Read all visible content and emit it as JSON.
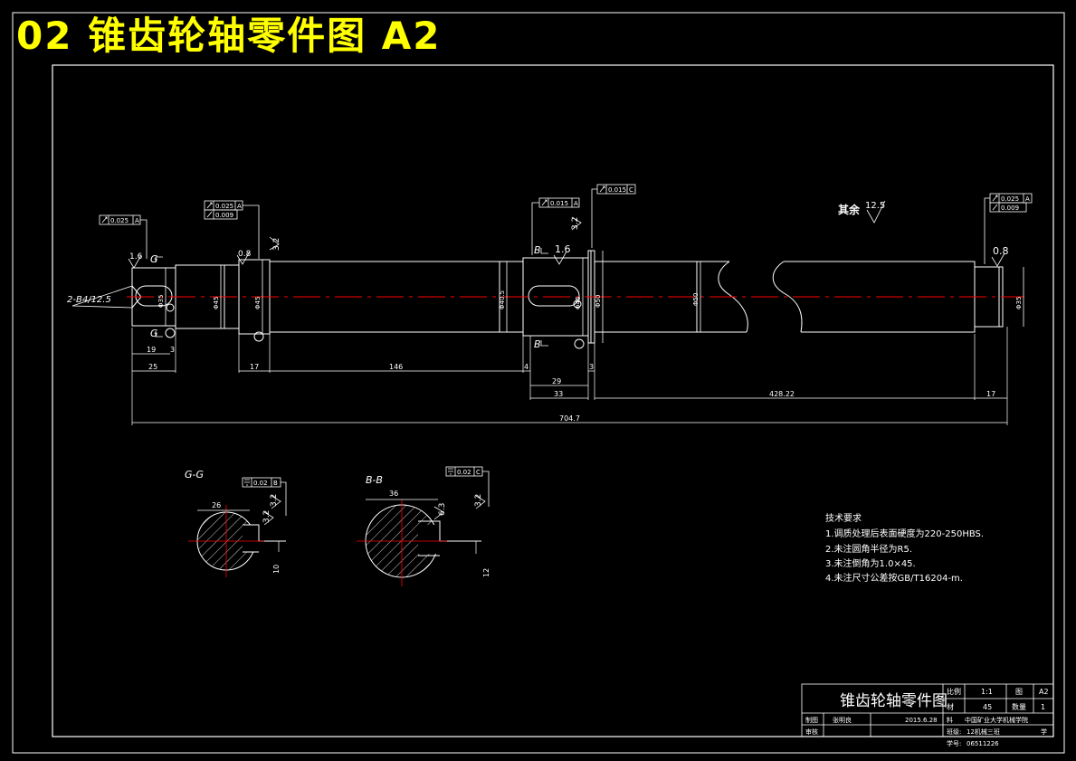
{
  "header": {
    "title": "02 锥齿轮轴零件图 A2"
  },
  "tolerance_frames": {
    "left_end": "0.025",
    "left_end_ref": "A",
    "shoulder_runout": "0.025",
    "shoulder_ref": "A",
    "shoulder_cyl": "0.009",
    "mid_runout": "0.015",
    "mid_ref": "A",
    "flange_runout": "0.015",
    "flange_ref": "C",
    "right_runout": "0.025",
    "right_ref": "A",
    "right_cyl": "0.009",
    "section_g": "0.02",
    "section_g_ref": "B",
    "section_b": "0.02",
    "section_b_ref": "C"
  },
  "roughness": {
    "left_end": "1.6",
    "shoulder": "0.8",
    "step": "3.2",
    "mid_top": "3.2",
    "key_b": "1.6",
    "right_end": "0.8",
    "general": "12.5",
    "general_label": "其余",
    "section_g": "3.2",
    "section_g_side": "3.2",
    "section_b": "6.3",
    "section_b_side": "3.2"
  },
  "section_labels": {
    "g_top": "G",
    "g_bottom": "G",
    "b_top": "B",
    "b_bottom": "B",
    "view_g": "G-G",
    "view_b": "B-B"
  },
  "dimensions": {
    "center_hole": "2-B4/12.5",
    "d19": "19",
    "d3": "3",
    "d25": "25",
    "d17a": "17",
    "d146": "146",
    "d4": "4",
    "d29": "29",
    "d33": "33",
    "d3b": "3",
    "d428": "428.22",
    "d17b": "17",
    "total": "704.7",
    "dia_left": "Φ35",
    "dia_shoulder": "Φ45",
    "dia_body": "Φ40.5",
    "dia_keyseat": "Φ45",
    "dia_flange": "Φ50",
    "dia_main": "Φ50",
    "dia_right": "Φ35",
    "sec_g_width": "26",
    "sec_g_depth": "10",
    "sec_b_width": "36",
    "sec_b_depth": "12"
  },
  "tech_requirements": {
    "heading": "技术要求",
    "items": [
      "1.调质处理后表面硬度为220-250HBS.",
      "2.未注圆角半径为R5.",
      "3.未注倒角为1.0×45.",
      "4.未注尺寸公差按GB/T16204-m."
    ]
  },
  "title_block": {
    "part_name": "锥齿轮轴零件图",
    "scale_label": "比例",
    "scale_value": "1:1",
    "sheet_label": "图",
    "sheet_value": "A2",
    "material_label": "材",
    "material_value": "45",
    "qty_label": "数量",
    "qty_value": "1",
    "drawn_label": "制图",
    "drawn_name": "张明良",
    "date": "2015.6.28",
    "check_label": "审核",
    "org_label": "料",
    "org_value": "中国矿业大学机械学院",
    "class_label": "班级:",
    "class_value": "12机械三班",
    "id_label": "学号:",
    "id_value": "06511226",
    "extra": "学"
  },
  "colors": {
    "background": "#000000",
    "line": "#ffffff",
    "title": "#ffff00",
    "centerline": "#ff0000"
  }
}
